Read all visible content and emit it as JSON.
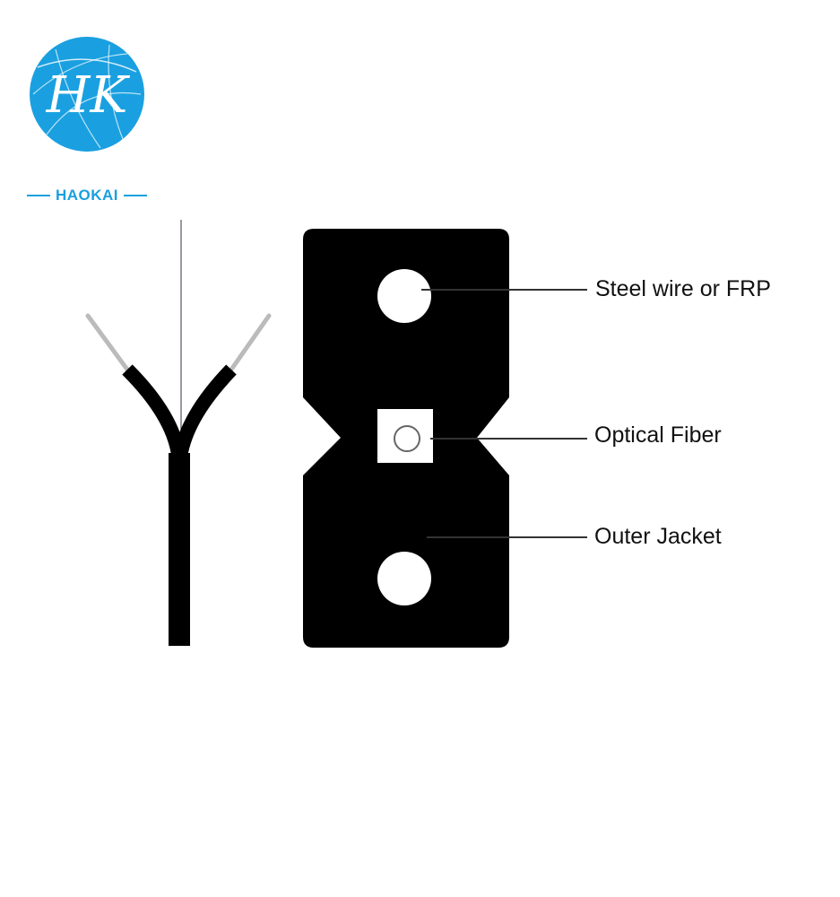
{
  "brand": {
    "logo_letters": "HK",
    "name": "HAOKAI",
    "color": "#1aa0e0"
  },
  "diagram": {
    "labels": {
      "strength_member": "Steel wire or FRP",
      "fiber": "Optical Fiber",
      "jacket": "Outer Jacket"
    },
    "colors": {
      "jacket": "#000000",
      "strength_member": "#ffffff",
      "fiber_window": "#ffffff",
      "leader": "#333333"
    }
  }
}
